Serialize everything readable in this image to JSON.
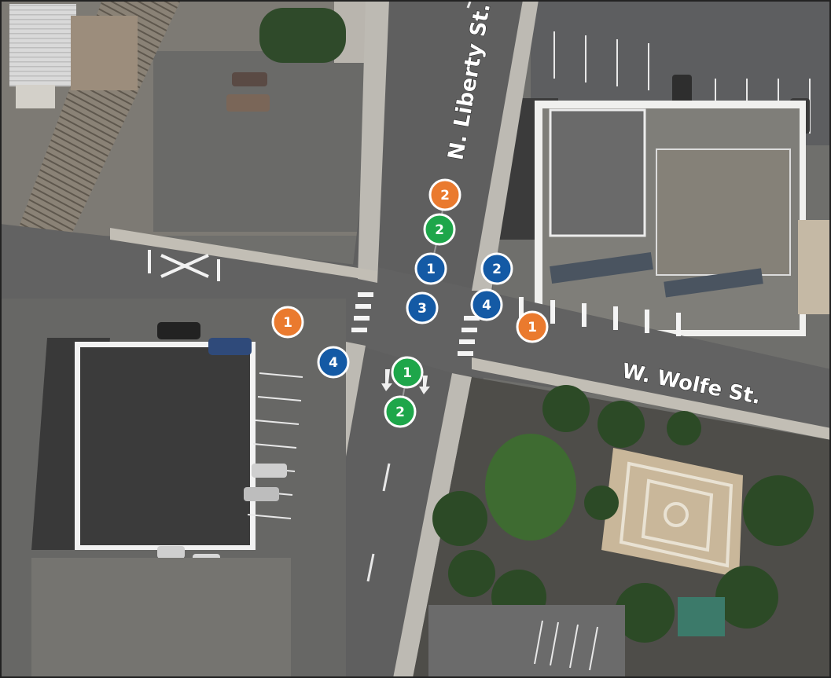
{
  "streets": {
    "north_south": "N. Liberty St.",
    "east_west": "W. Wolfe St."
  },
  "marker_colors": {
    "orange": "#ea7a2e",
    "green": "#1ea64a",
    "blue": "#145aa5"
  },
  "markers": [
    {
      "id": "orange-2-north",
      "color": "orange",
      "label": "2"
    },
    {
      "id": "green-2-north",
      "color": "green",
      "label": "2"
    },
    {
      "id": "blue-1-north",
      "color": "blue",
      "label": "1"
    },
    {
      "id": "blue-2-northeast",
      "color": "blue",
      "label": "2"
    },
    {
      "id": "blue-3-center",
      "color": "blue",
      "label": "3"
    },
    {
      "id": "blue-4-east",
      "color": "blue",
      "label": "4"
    },
    {
      "id": "orange-1-west",
      "color": "orange",
      "label": "1"
    },
    {
      "id": "orange-1-east",
      "color": "orange",
      "label": "1"
    },
    {
      "id": "blue-4-west",
      "color": "blue",
      "label": "4"
    },
    {
      "id": "green-1-south",
      "color": "green",
      "label": "1"
    },
    {
      "id": "green-2-south",
      "color": "green",
      "label": "2"
    }
  ]
}
